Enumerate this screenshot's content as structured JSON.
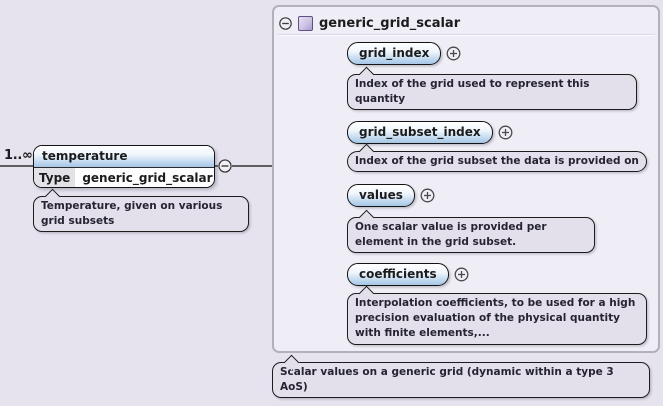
{
  "diagram": {
    "root": {
      "occurrence": "1..∞",
      "name": "temperature",
      "type_label": "Type",
      "type_name": "generic_grid_scalar",
      "documentation": "Temperature, given on various grid subsets"
    },
    "type_panel": {
      "title": "generic_grid_scalar",
      "documentation": "Scalar values on a generic grid (dynamic within a type 3 AoS)",
      "children": [
        {
          "name": "grid_index",
          "documentation": "Index of the grid used to represent this quantity"
        },
        {
          "name": "grid_subset_index",
          "documentation": "Index of the grid subset the data is provided on"
        },
        {
          "name": "values",
          "documentation": "One scalar value is provided per element in the grid subset."
        },
        {
          "name": "coefficients",
          "documentation": "Interpolation coefficients, to be used for a high precision evaluation of the physical quantity with finite elements,..."
        }
      ]
    },
    "icons": {
      "collapse_glyph": "−",
      "expand_glyph": "+",
      "compositor": "sequence"
    },
    "colors": {
      "page_bg": "#e6e3ef",
      "panel_bg": "#efedf5",
      "panel_border": "#b3b0bc",
      "bubble_bg": "#e3e0eb",
      "element_fill_top": "#ffffff",
      "element_fill_bottom": "#a5c6e7",
      "sequence_fill": "#f6f6d2",
      "type_cell_bg": "#e3e3e7",
      "connector": "#4d4d4d",
      "text": "#1c1c1c"
    }
  }
}
